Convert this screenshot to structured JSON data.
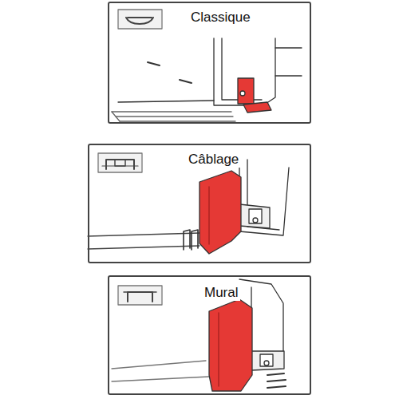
{
  "diagram": {
    "nodes": [
      {
        "text": [
          "Classique"
        ]
      },
      {
        "text": [
          "Câblage"
        ]
      },
      {
        "text": [
          "Mural"
        ]
      }
    ]
  }
}
